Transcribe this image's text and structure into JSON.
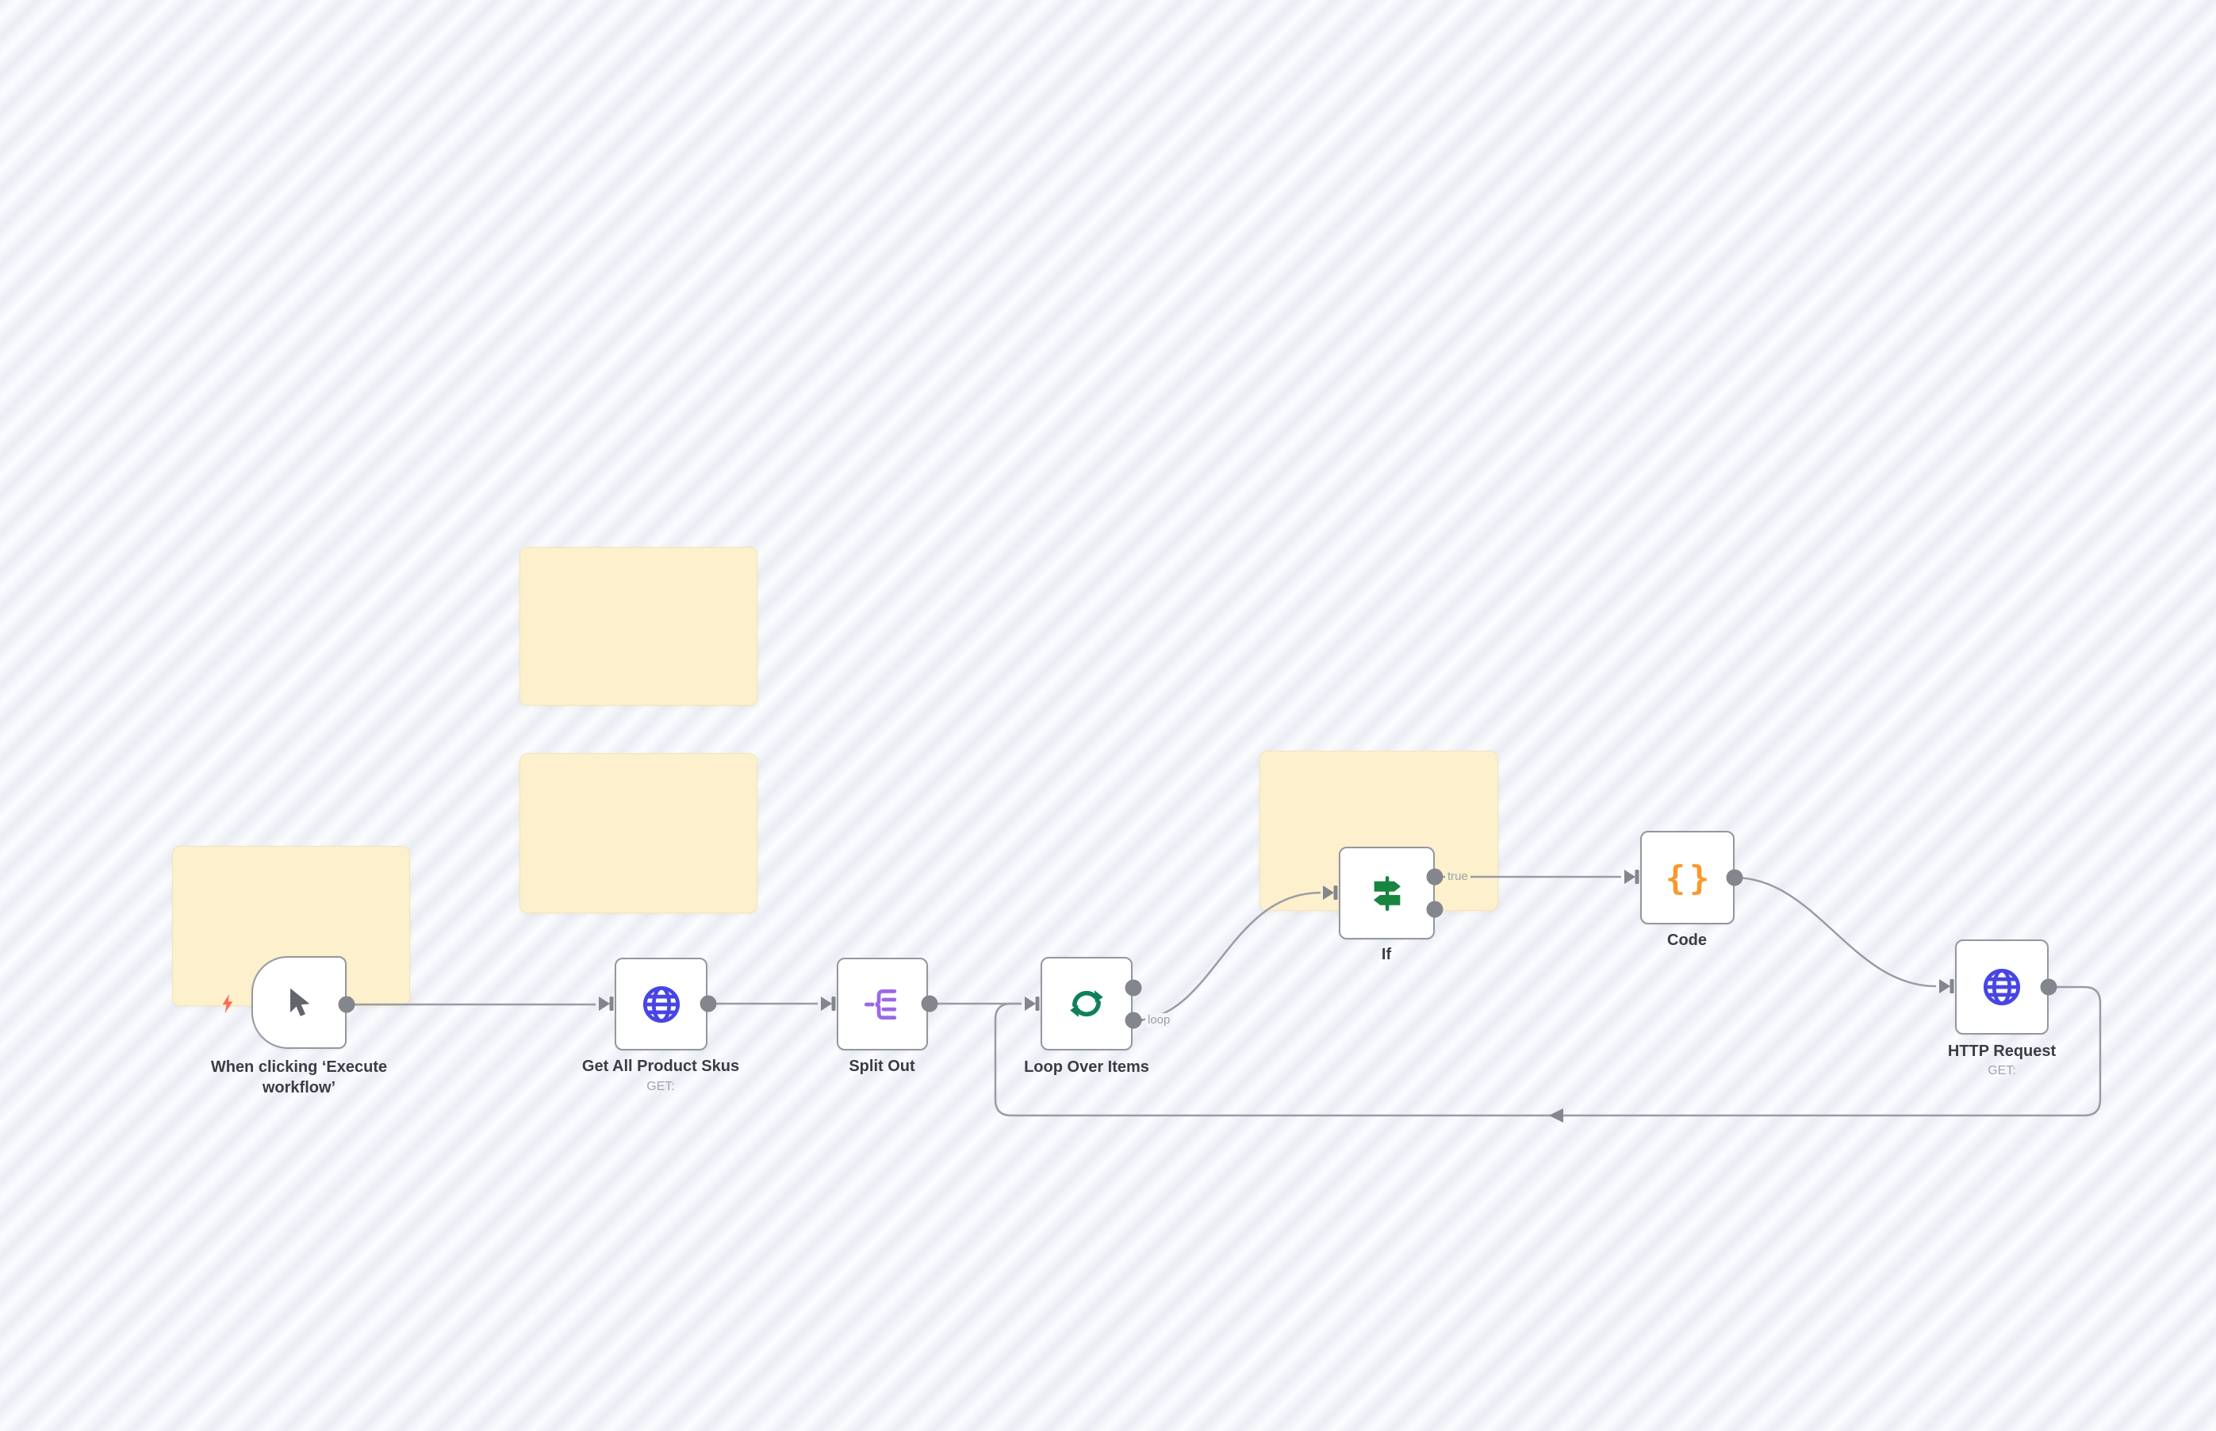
{
  "canvas": {
    "background_base": "#f4f5f9",
    "background_stripe": "#ebedf5",
    "connection_color": "#9a9ca3",
    "port_color": "#84868d",
    "sticky_note_color": "#fcf0cd"
  },
  "nodes": [
    {
      "name": "When clicking ‘Execute workflow’",
      "type": "manual-trigger",
      "icon": "cursor-icon",
      "icon_color": "#63656c",
      "badge": "lightning-bolt",
      "badge_color": "#ff6a55"
    },
    {
      "name": "Get All Product Skus",
      "subtitle": "GET:",
      "type": "http-request",
      "icon": "globe-icon",
      "icon_color": "#4845e4"
    },
    {
      "name": "Split Out",
      "type": "split-out",
      "icon": "split-out-icon",
      "icon_color": "#9a68e8"
    },
    {
      "name": "Loop Over Items",
      "type": "loop-over-items",
      "icon": "loop-icon",
      "icon_color": "#0f7f5c",
      "output_labels": [
        "",
        "loop"
      ]
    },
    {
      "name": "If",
      "type": "if",
      "icon": "signpost-icon",
      "icon_color": "#17843f",
      "output_labels": [
        "true",
        ""
      ]
    },
    {
      "name": "Code",
      "type": "code",
      "icon": "code-braces-icon",
      "icon_color": "#f89a2b",
      "glyph": "{}"
    },
    {
      "name": "HTTP Request",
      "subtitle": "GET:",
      "type": "http-request",
      "icon": "globe-icon",
      "icon_color": "#4845e4"
    }
  ],
  "connection_labels": {
    "loop": "loop",
    "true": "true"
  }
}
